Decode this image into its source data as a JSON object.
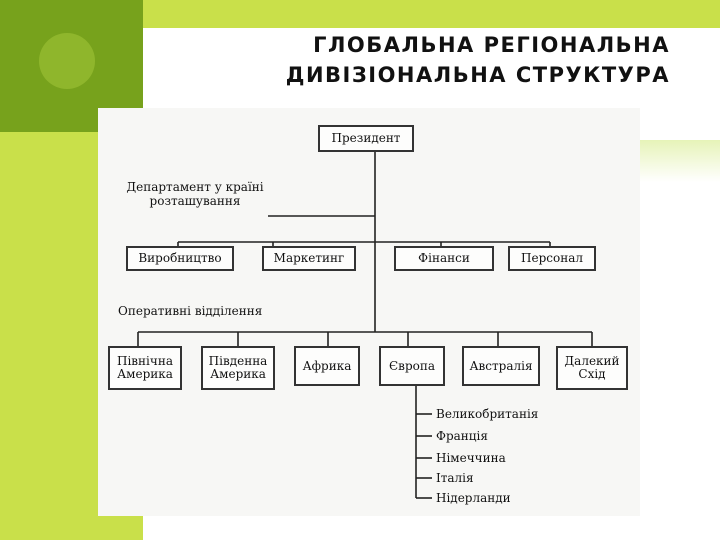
{
  "slide": {
    "title_line1": "ГЛОБАЛЬНА РЕГІОНАЛЬНА",
    "title_line2": "ДИВІЗІОНАЛЬНА СТРУКТУРА"
  },
  "org_chart": {
    "president": "Президент",
    "country_department": "Департамент у країні\nрозташування",
    "functions": [
      "Виробництво",
      "Маркетинг",
      "Фінанси",
      "Персонал"
    ],
    "divisions_label": "Оперативні відділення",
    "regions": [
      "Північна\nАмерика",
      "Південна\nАмерика",
      "Африка",
      "Європа",
      "Австралія",
      "Далекий\nСхід"
    ],
    "europe_countries": [
      "Великобританія",
      "Франція",
      "Німеччина",
      "Італія",
      "Нідерланди"
    ]
  },
  "colors": {
    "dark_green": "#77a21c",
    "lime": "#c9e04a",
    "circle": "#8fb62c"
  }
}
